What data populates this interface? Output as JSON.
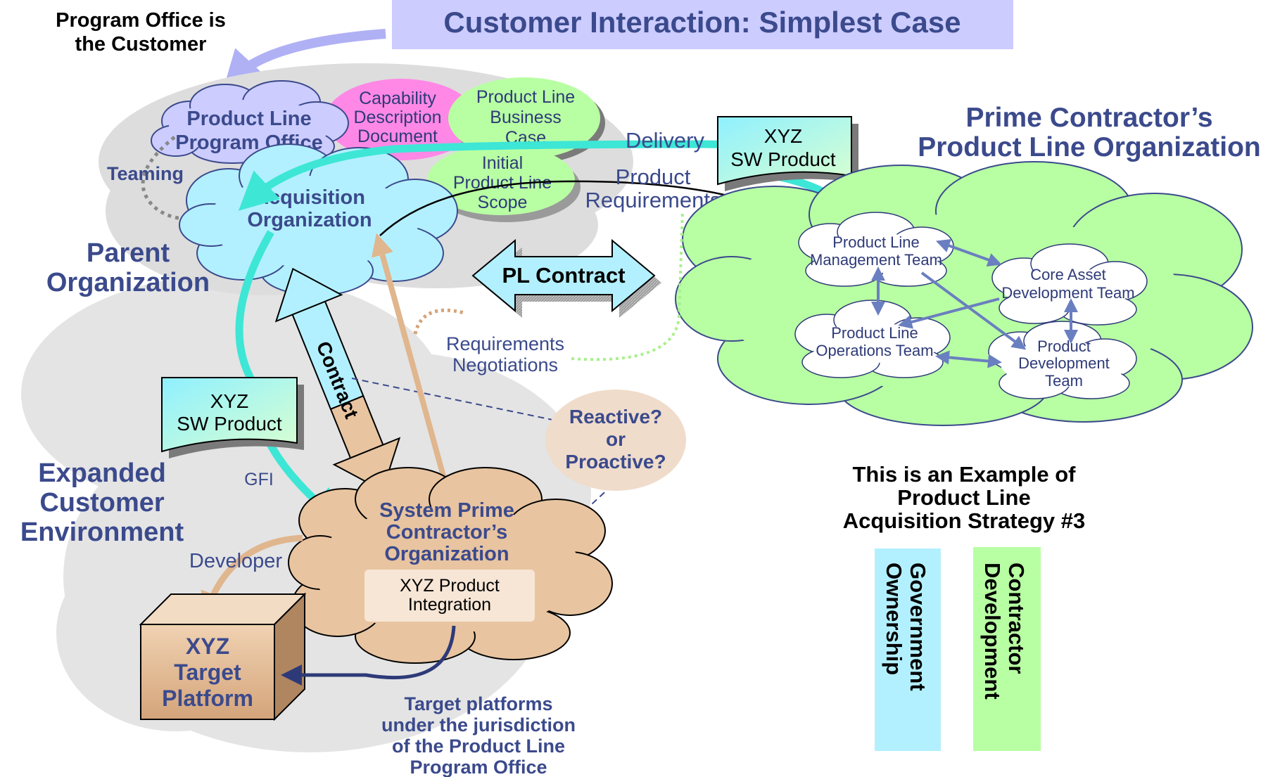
{
  "title": "Customer Interaction:  Simplest Case",
  "program_office_note": [
    "Program Office is",
    "the Customer"
  ],
  "documents": {
    "capability": [
      "Capability",
      "Description",
      "Document"
    ],
    "business_case": [
      "Product Line",
      "Business",
      "Case"
    ],
    "initial_scope": [
      "Initial",
      "Product Line",
      "Scope"
    ]
  },
  "left": {
    "program_office": [
      "Product Line",
      "Program Office"
    ],
    "teaming": "Teaming",
    "acquisition_org": [
      "Acquisition",
      "Organization"
    ],
    "parent_org": [
      "Parent",
      "Organization"
    ],
    "expanded_env": [
      "Expanded",
      "Customer",
      "Environment"
    ],
    "xyz_product": [
      "XYZ",
      "SW Product"
    ],
    "gfi": "GFI",
    "contract": "Contract",
    "system_prime": [
      "System Prime",
      "Contractor’s",
      "Organization"
    ],
    "integration": [
      "XYZ Product",
      "Integration"
    ],
    "developer": "Developer",
    "target_platform": [
      "XYZ",
      "Target",
      "Platform"
    ],
    "target_note": [
      "Target platforms",
      "under the jurisdiction",
      "of the Product Line",
      "Program Office"
    ]
  },
  "center": {
    "delivery": "Delivery",
    "product_requirements": [
      "Product",
      "Requirements"
    ],
    "pl_contract": "PL Contract",
    "req_negotiations": [
      "Requirements",
      "Negotiations"
    ],
    "reactive": [
      "Reactive?",
      "or",
      "Proactive?"
    ]
  },
  "right": {
    "heading": [
      "Prime Contractor’s",
      "Product Line Organization"
    ],
    "xyz_product": [
      "XYZ",
      "SW Product"
    ],
    "mgmt_team": [
      "Product Line",
      "Management Team"
    ],
    "core_asset_team": [
      "Core Asset",
      "Development Team"
    ],
    "ops_team": [
      "Product Line",
      "Operations Team"
    ],
    "dev_team": [
      "Product",
      "Development",
      "Team"
    ],
    "strategy_note": [
      "This is an Example of",
      "Product Line",
      "Acquisition Strategy #3"
    ],
    "gov_ownership": [
      "Government",
      "Ownership"
    ],
    "contractor_dev": [
      "Contractor",
      "Development"
    ]
  },
  "colors": {
    "title_bg": "#ccccff",
    "title_text": "#3b4a8c",
    "cyan": "#b3f0ff",
    "green": "#b8ffa3",
    "tan": "#e8c4a0",
    "pink": "#ff88e6",
    "lavender": "#ccccff",
    "navy": "#3b4a8c"
  }
}
